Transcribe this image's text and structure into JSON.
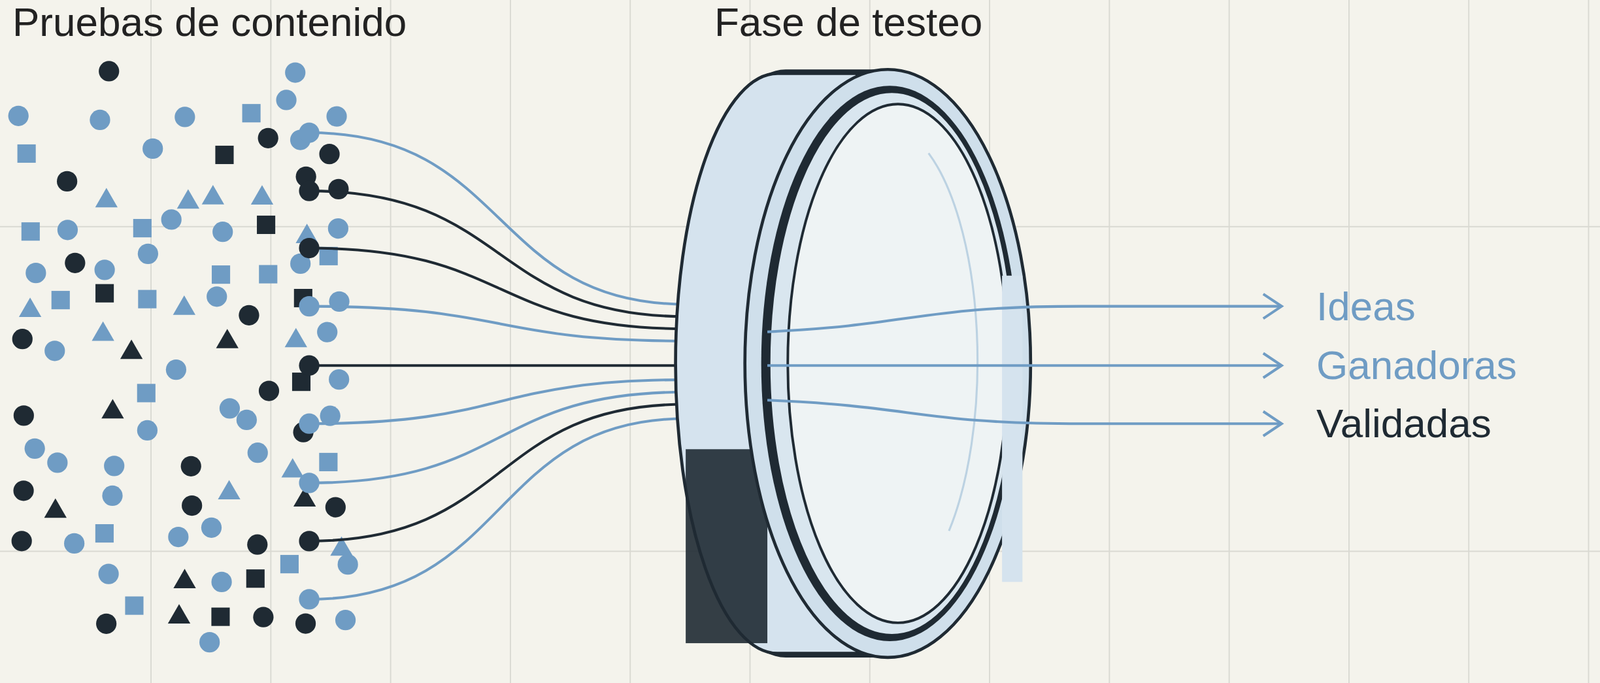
{
  "diagram": {
    "labels": [
      "Pruebas de contenido",
      "Fase de testeo",
      "Ideas",
      "Ganadoras",
      "Validadas"
    ]
  }
}
